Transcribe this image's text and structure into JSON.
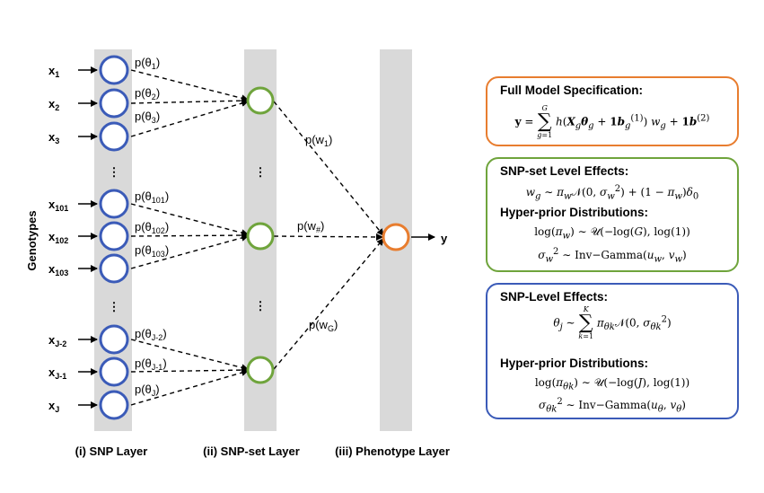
{
  "ylabel": "Genotypes",
  "snp_layer": {
    "title": "(i) SNP Layer",
    "inputs": [
      {
        "base": "x",
        "sub": "1",
        "prob": "p(θ",
        "psub": "1",
        "pend": ")"
      },
      {
        "base": "x",
        "sub": "2",
        "prob": "p(θ",
        "psub": "2",
        "pend": ")"
      },
      {
        "base": "x",
        "sub": "3",
        "prob": "p(θ",
        "psub": "3",
        "pend": ")"
      },
      {
        "base": "x",
        "sub": "101",
        "prob": "p(θ",
        "psub": "101",
        "pend": ")"
      },
      {
        "base": "x",
        "sub": "102",
        "prob": "p(θ",
        "psub": "102",
        "pend": ")"
      },
      {
        "base": "x",
        "sub": "103",
        "prob": "p(θ",
        "psub": "103",
        "pend": ")"
      },
      {
        "base": "x",
        "sub": "J-2",
        "prob": "p(θ",
        "psub": "J-2",
        "pend": ")"
      },
      {
        "base": "x",
        "sub": "J-1",
        "prob": "p(θ",
        "psub": "J-1",
        "pend": ")"
      },
      {
        "base": "x",
        "sub": "J",
        "prob": "p(θ",
        "psub": "J",
        "pend": ")"
      }
    ],
    "ellipsis": "⋮"
  },
  "snpset_layer": {
    "title": "(ii) SNP-set Layer",
    "weights": [
      {
        "prob": "p(w",
        "psub": "1",
        "pend": ")"
      },
      {
        "prob": "p(w",
        "psub": "#",
        "pend": ")"
      },
      {
        "prob": "p(w",
        "psub": "G",
        "pend": ")"
      }
    ]
  },
  "phenotype_layer": {
    "title": "(iii) Phenotype Layer",
    "output": "y"
  },
  "colors": {
    "snp": "#3b5bb8",
    "snpset": "#6fa43c",
    "phenotype": "#e87d2f",
    "column": "#d9d9d9"
  },
  "boxes": {
    "full_model": {
      "title": "Full Model Specification:"
    },
    "snpset_effects": {
      "title": "SNP-set Level Effects:",
      "subtitle": "Hyper-prior Distributions:"
    },
    "snp_effects": {
      "title": "SNP-Level Effects:",
      "subtitle": "Hyper-prior Distributions:"
    }
  }
}
